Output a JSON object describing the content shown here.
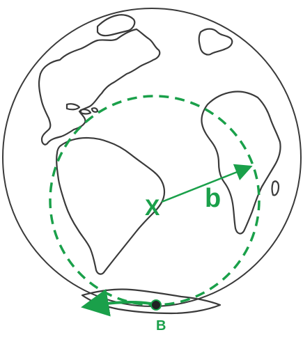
{
  "diagram": {
    "center_label": "X",
    "radius_label": "b",
    "point_label": "B"
  },
  "colors": {
    "accent": "#1aa04a",
    "outline": "#3a3a3a",
    "point": "#222222",
    "background": "#ffffff"
  },
  "icons": {
    "globe": "globe-icon",
    "arrow": "curved-arrow-icon"
  }
}
